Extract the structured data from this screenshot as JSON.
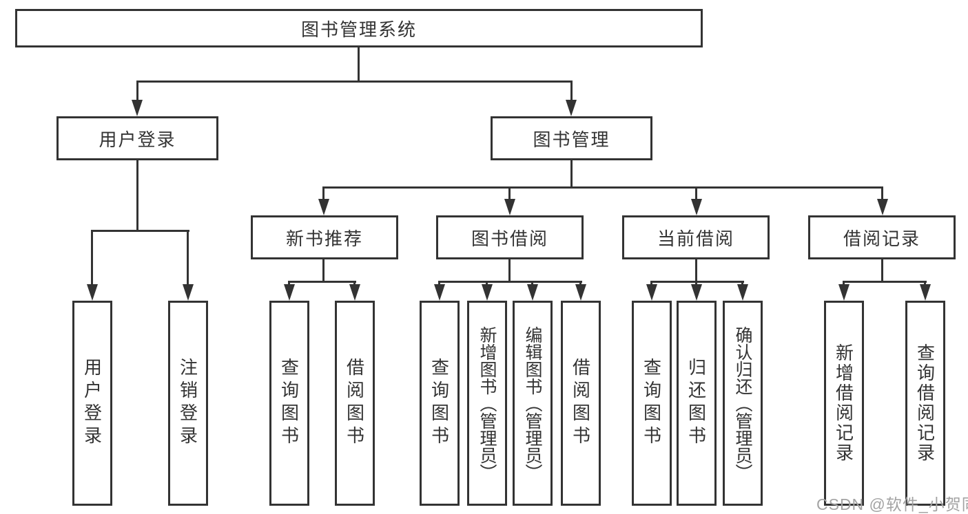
{
  "diagram": {
    "root": "图书管理系统",
    "branches": [
      {
        "label": "用户登录",
        "leaves": [
          "用户登录",
          "注销登录"
        ]
      },
      {
        "label": "图书管理",
        "sections": [
          {
            "label": "新书推荐",
            "leaves": [
              "查询图书",
              "借阅图书"
            ]
          },
          {
            "label": "图书借阅",
            "leaves": [
              "查询图书",
              "新增图书（管理员）",
              "编辑图书（管理员）",
              "借阅图书"
            ]
          },
          {
            "label": "当前借阅",
            "leaves": [
              "查询图书",
              "归还图书",
              "确认归还（管理员）"
            ]
          },
          {
            "label": "借阅记录",
            "leaves": [
              "新增借阅记录",
              "查询借阅记录"
            ]
          }
        ]
      }
    ]
  },
  "watermark": "CSDN @软件_小贺同学",
  "colors": {
    "line": "#333333",
    "background": "#ffffff",
    "watermark": "#a3a3a3"
  }
}
